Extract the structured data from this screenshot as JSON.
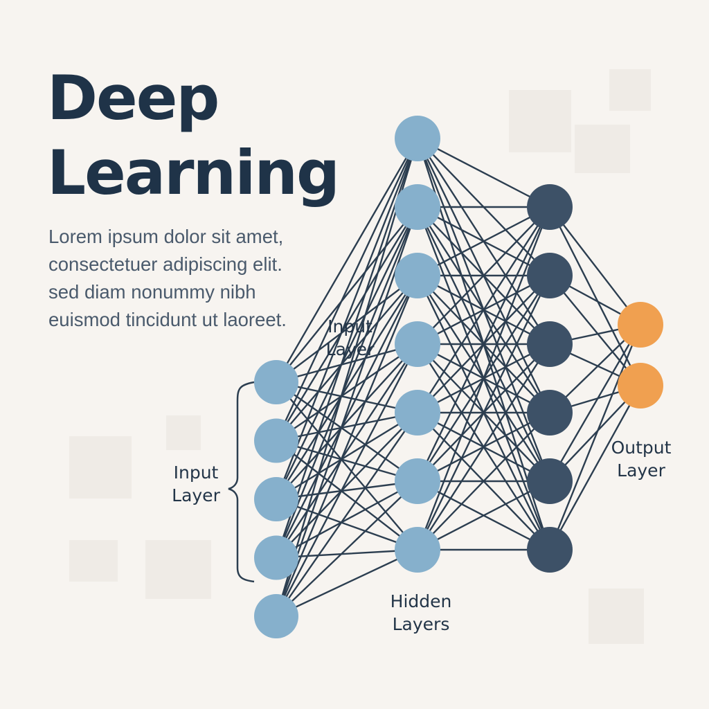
{
  "title": {
    "line1": "Deep",
    "line2": "Learning"
  },
  "description": {
    "lines": [
      "Lorem ipsum dolor sit amet,",
      "consectetuer adipiscing elit.",
      "sed diam nonummy nibh",
      "euismod tincidunt ut laoreet."
    ]
  },
  "labels": {
    "input_layer_left": {
      "line1": "Input",
      "line2": "Layer"
    },
    "input_layer_top": {
      "line1": "Input",
      "line2": "Layer"
    },
    "hidden_layers": {
      "line1": "Hidden",
      "line2": "Layers"
    },
    "output_layer": {
      "line1": "Output",
      "line2": "Layer"
    }
  },
  "colors": {
    "background": "#f7f4f0",
    "title_text": "#1f3348",
    "body_text": "#4a5a6c",
    "input_node": "#86b0cc",
    "hidden_node_light": "#86b0cc",
    "hidden_node_dark": "#3d5167",
    "output_node": "#f0a050",
    "connection": "#2c3e50"
  },
  "network": {
    "layers": [
      {
        "name": "input",
        "node_count": 5
      },
      {
        "name": "hidden-1",
        "node_count": 7
      },
      {
        "name": "hidden-2",
        "node_count": 6
      },
      {
        "name": "output",
        "node_count": 2
      }
    ]
  }
}
